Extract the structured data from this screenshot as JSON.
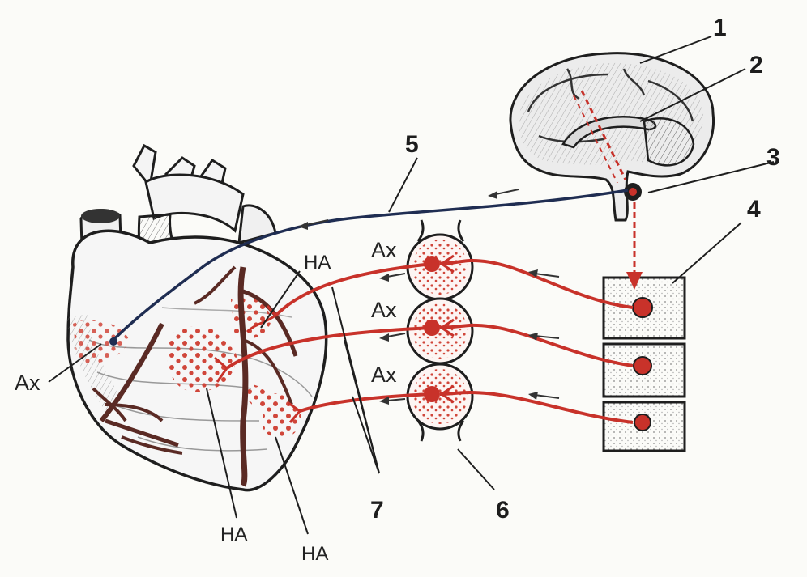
{
  "colors": {
    "sympathetic": "#c8322a",
    "parasympathetic": "#1f2d52",
    "outline": "#1e1e1e",
    "paper": "#fbfbf8"
  },
  "labels": {
    "n1": "1",
    "n2": "2",
    "n3": "3",
    "n4": "4",
    "n5": "5",
    "n6": "6",
    "n7": "7",
    "ax_heart": "Ах",
    "ax_ganglion_top": "Ах",
    "ax_ganglion_mid": "Ах",
    "ax_ganglion_bottom": "Ах",
    "na_top": "НА",
    "na_bottom_left": "НА",
    "na_bottom_right": "НА"
  }
}
